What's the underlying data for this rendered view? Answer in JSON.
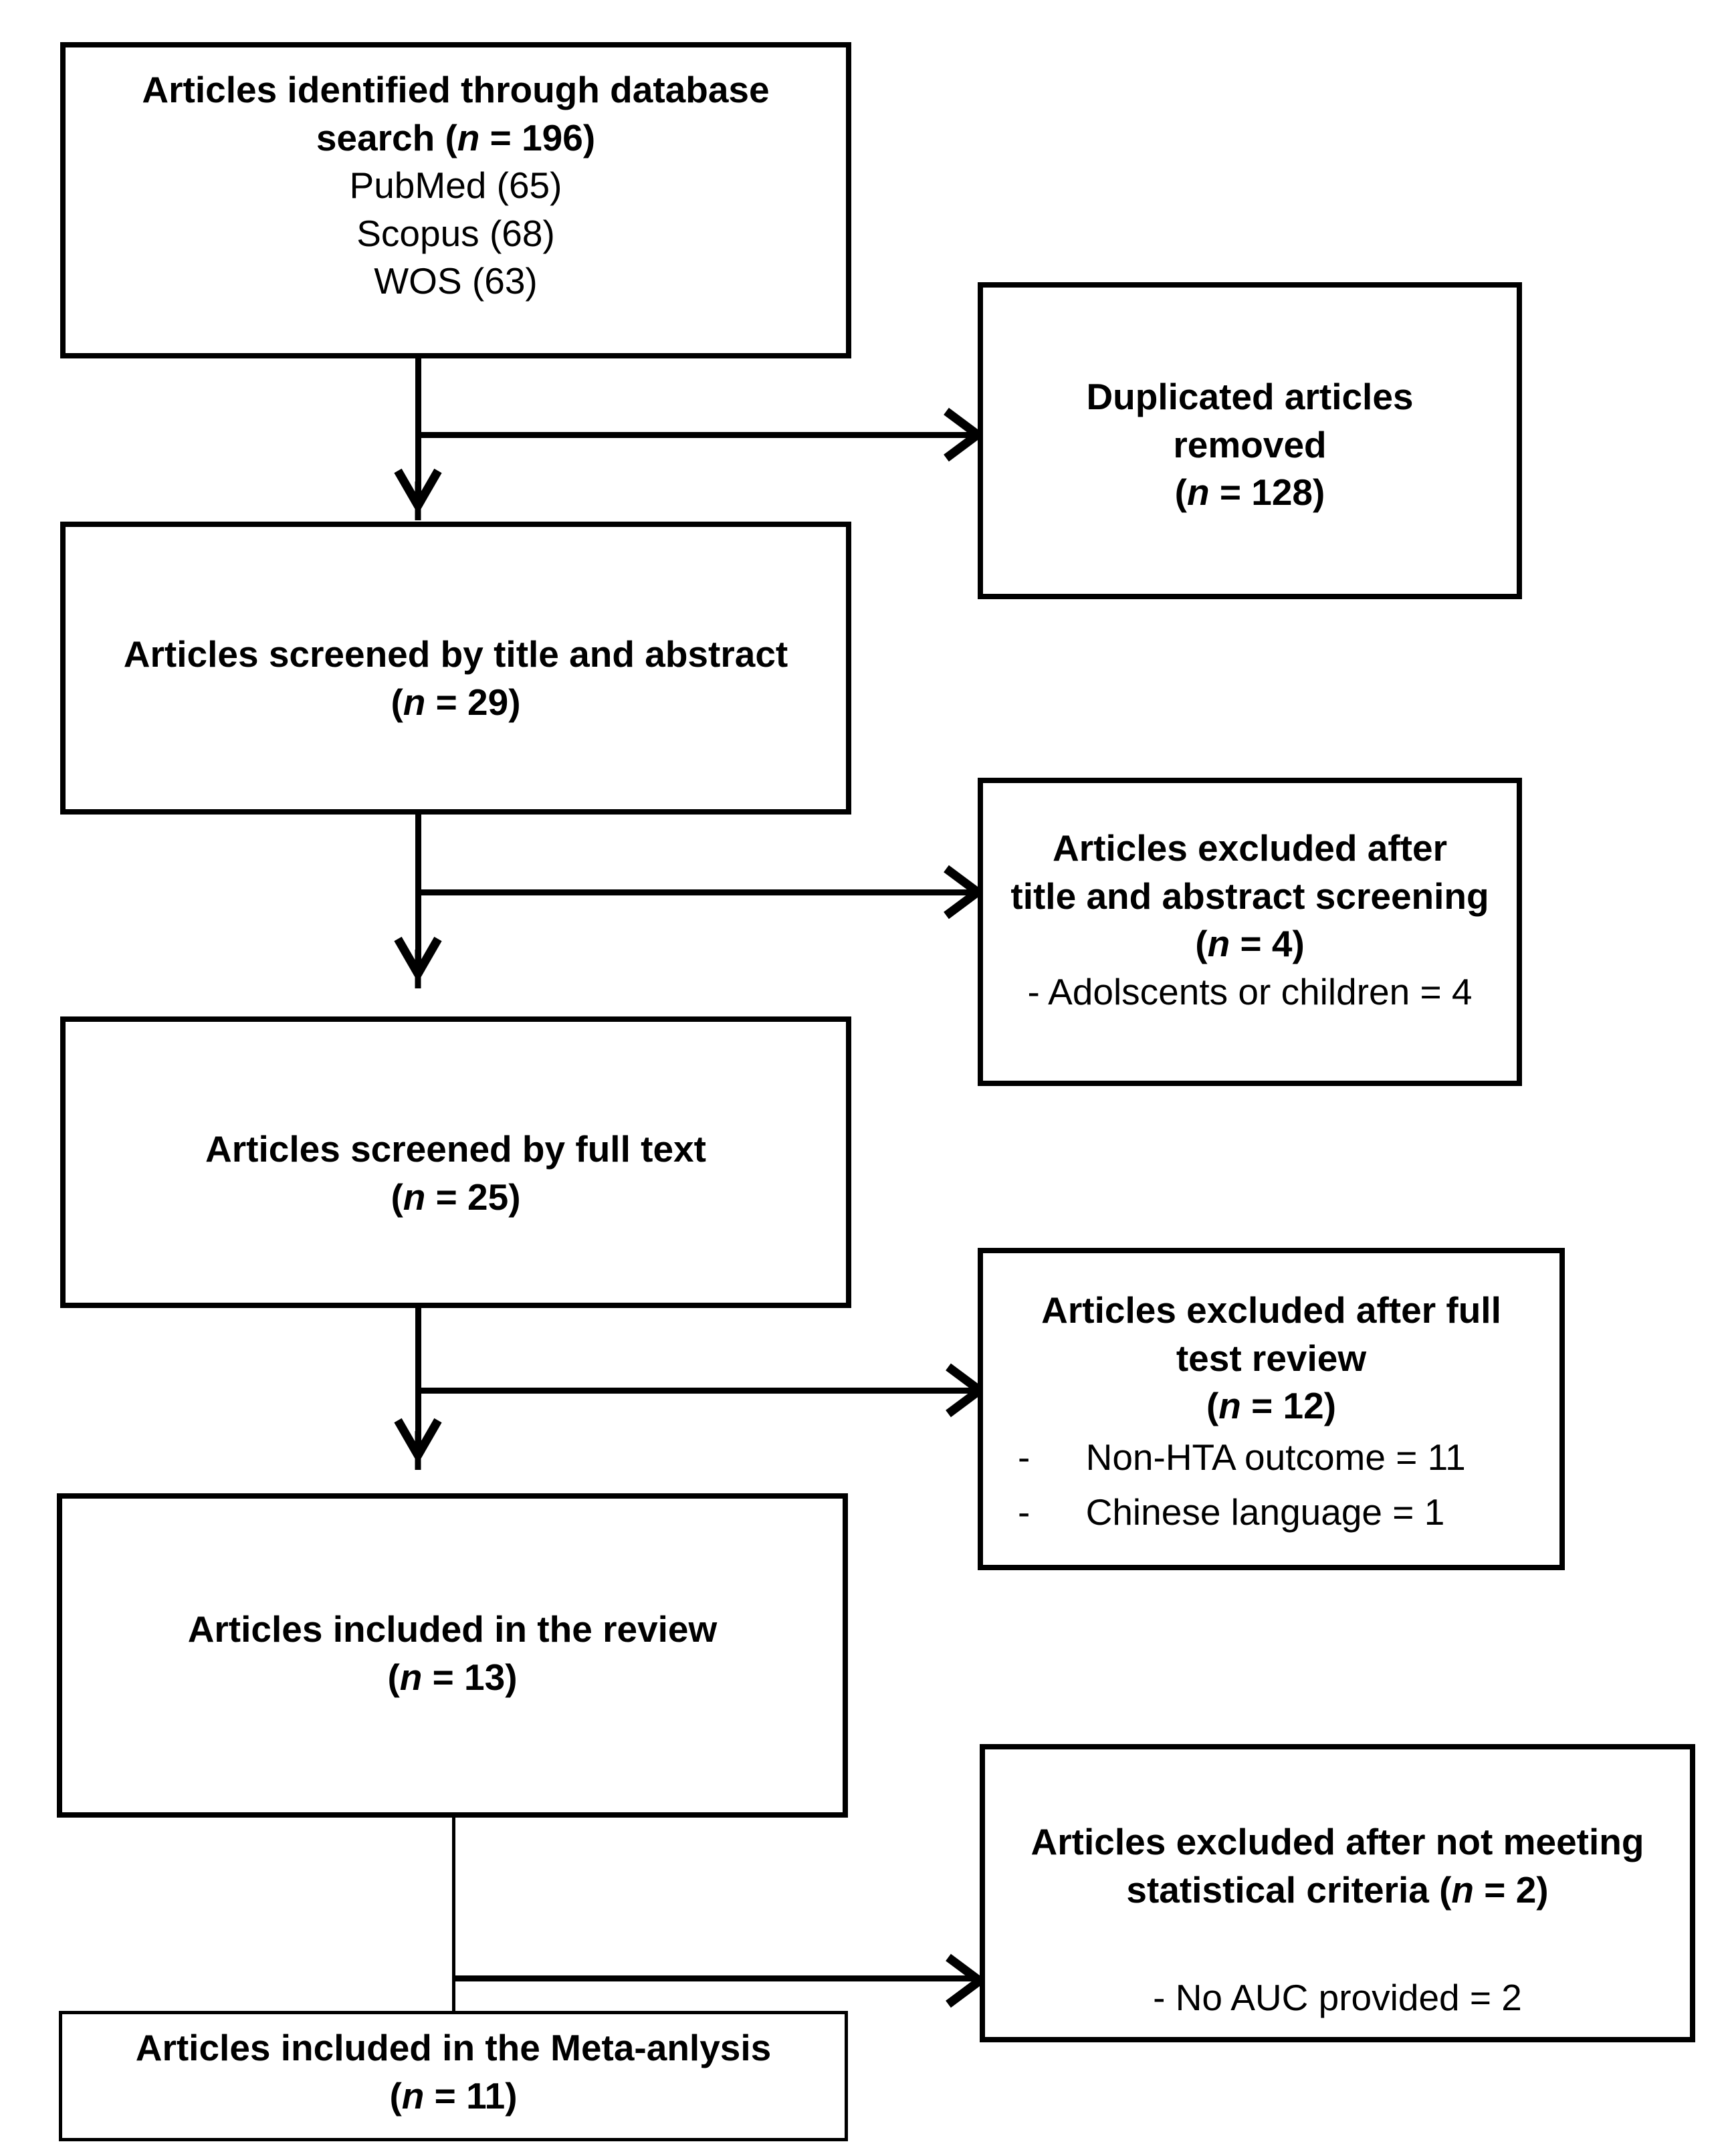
{
  "diagram": {
    "type": "prisma-flow-diagram",
    "title": "",
    "colors": {
      "stroke": "#000000",
      "background": "#ffffff",
      "text": "#000000"
    }
  },
  "boxes": {
    "identified": {
      "name": "articles-identified",
      "lines": [
        {
          "text": "Articles identified through database",
          "weight": "bold"
        },
        {
          "text": "search (n = 196)",
          "weight": "bold",
          "italic_token": "n"
        },
        {
          "text": "PubMed (65)",
          "weight": "normal"
        },
        {
          "text": "Scopus (68)",
          "weight": "normal"
        },
        {
          "text": "WOS (63)",
          "weight": "normal"
        }
      ],
      "n": 196,
      "sources": [
        {
          "database": "PubMed",
          "count": 65
        },
        {
          "database": "Scopus",
          "count": 68
        },
        {
          "database": "WOS",
          "count": 63
        }
      ]
    },
    "duplicates_removed": {
      "name": "duplicated-articles-removed",
      "lines": [
        {
          "text": "Duplicated articles",
          "weight": "bold"
        },
        {
          "text": "removed",
          "weight": "bold"
        },
        {
          "text": "(n = 128)",
          "weight": "bold",
          "italic_token": "n"
        }
      ],
      "n": 128
    },
    "screened_title_abstract": {
      "name": "articles-screened-title-abstract",
      "lines": [
        {
          "text": "Articles screened by title and abstract",
          "weight": "bold"
        },
        {
          "text": "(n = 29)",
          "weight": "bold",
          "italic_token": "n"
        }
      ],
      "n": 29
    },
    "excluded_title_abstract": {
      "name": "articles-excluded-title-abstract",
      "lines": [
        {
          "text": "Articles excluded after",
          "weight": "bold"
        },
        {
          "text": "title and abstract screening",
          "weight": "bold"
        },
        {
          "text": "(n = 4)",
          "weight": "bold",
          "italic_token": "n"
        },
        {
          "text": "- Adolscents or children = 4",
          "weight": "normal"
        }
      ],
      "n": 4,
      "reasons": [
        {
          "reason": "Adolscents or children",
          "count": 4
        }
      ]
    },
    "screened_full_text": {
      "name": "articles-screened-full-text",
      "lines": [
        {
          "text": "Articles screened by full text",
          "weight": "bold"
        },
        {
          "text": "(n = 25)",
          "weight": "bold",
          "italic_token": "n"
        }
      ],
      "n": 25
    },
    "excluded_full_text": {
      "name": "articles-excluded-full-text",
      "lines": [
        {
          "text": "Articles excluded after full",
          "weight": "bold"
        },
        {
          "text": "test review",
          "weight": "bold"
        },
        {
          "text": "(n = 12)",
          "weight": "bold",
          "italic_token": "n"
        }
      ],
      "n": 12,
      "reasons": [
        {
          "dash": "-",
          "reason": "Non-HTA outcome = 11",
          "count": 11
        },
        {
          "dash": "-",
          "reason": "Chinese language = 1",
          "count": 1
        }
      ]
    },
    "included_review": {
      "name": "articles-included-review",
      "lines": [
        {
          "text": "Articles included in the review",
          "weight": "bold"
        },
        {
          "text": "(n = 13)",
          "weight": "bold",
          "italic_token": "n"
        }
      ],
      "n": 13
    },
    "excluded_statistical": {
      "name": "articles-excluded-statistical-criteria",
      "lines": [
        {
          "text": "Articles excluded after not meeting",
          "weight": "bold"
        },
        {
          "text": "statistical criteria (n = 2)",
          "weight": "bold",
          "italic_token": "n"
        },
        {
          "text": "- No AUC provided = 2",
          "weight": "normal"
        }
      ],
      "n": 2,
      "reasons": [
        {
          "reason": "No AUC provided",
          "count": 2
        }
      ]
    },
    "included_meta": {
      "name": "articles-included-meta-analysis",
      "lines": [
        {
          "text": "Articles included in the Meta-anlysis",
          "weight": "bold"
        },
        {
          "text": "(n = 11)",
          "weight": "bold",
          "italic_token": "n"
        }
      ],
      "n": 11
    }
  },
  "text": {
    "identified_l1": "Articles identified through database",
    "identified_l2_pre": "search (",
    "identified_l2_n": "n",
    "identified_l2_post": " = 196)",
    "identified_pubmed": "PubMed (65)",
    "identified_scopus": "Scopus (68)",
    "identified_wos": "WOS (63)",
    "dup_l1": "Duplicated articles",
    "dup_l2": "removed",
    "dup_l3_pre": "(",
    "dup_l3_n": "n",
    "dup_l3_post": " = 128)",
    "screen_ta_l1": "Articles screened by title and abstract",
    "screen_ta_l2_pre": "(",
    "screen_ta_l2_n": "n",
    "screen_ta_l2_post": " = 29)",
    "excl_ta_l1": "Articles excluded after",
    "excl_ta_l2": "title and abstract screening",
    "excl_ta_l3_pre": "(",
    "excl_ta_l3_n": "n",
    "excl_ta_l3_post": " = 4)",
    "excl_ta_l4": "- Adolscents or children = 4",
    "screen_ft_l1": "Articles screened by full text",
    "screen_ft_l2_pre": "(",
    "screen_ft_l2_n": "n",
    "screen_ft_l2_post": " = 25)",
    "excl_ft_l1": "Articles excluded after full",
    "excl_ft_l2": "test review",
    "excl_ft_l3_pre": "(",
    "excl_ft_l3_n": "n",
    "excl_ft_l3_post": " = 12)",
    "excl_ft_dash1": "-",
    "excl_ft_item1": "Non-HTA outcome = 11",
    "excl_ft_dash2": "-",
    "excl_ft_item2": "Chinese language = 1",
    "incl_rev_l1": "Articles included in the review",
    "incl_rev_l2_pre": "(",
    "incl_rev_l2_n": "n",
    "incl_rev_l2_post": " = 13)",
    "excl_stat_l1": "Articles excluded after not meeting",
    "excl_stat_l2_pre": "statistical criteria (",
    "excl_stat_l2_n": "n",
    "excl_stat_l2_post": " = 2)",
    "excl_stat_l3": "- No AUC provided = 2",
    "incl_meta_l1": "Articles included in the Meta-anlysis",
    "incl_meta_l2_pre": "(",
    "incl_meta_l2_n": "n",
    "incl_meta_l2_post": " = 11)"
  }
}
